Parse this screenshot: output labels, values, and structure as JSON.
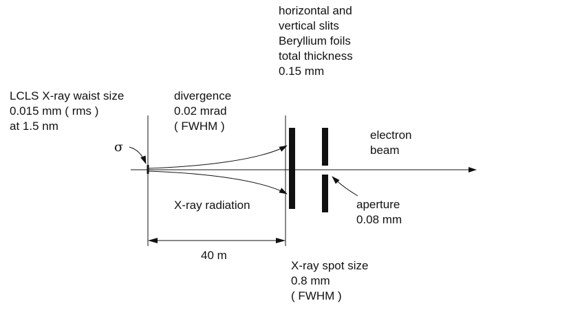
{
  "labels": {
    "waist": [
      "LCLS X-ray waist size",
      "0.015 mm ( rms )",
      "at 1.5 nm"
    ],
    "sigma": "σ",
    "divergence": [
      "divergence",
      "0.02 mrad",
      "( FWHM )"
    ],
    "slits": [
      "horizontal and",
      "vertical slits",
      "Beryllium foils",
      "total thickness",
      "0.15 mm"
    ],
    "electron_beam": [
      "electron",
      "beam"
    ],
    "xray_radiation": "X-ray radiation",
    "aperture": [
      "aperture",
      "0.08 mm"
    ],
    "distance": "40 m",
    "spot_size": [
      "X-ray spot size",
      "0.8 mm",
      "( FWHM )"
    ]
  },
  "colors": {
    "ink": "#111111",
    "background": "#ffffff"
  }
}
